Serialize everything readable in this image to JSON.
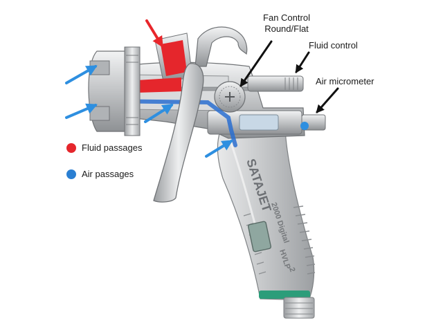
{
  "labels": {
    "fan_control_line1": "Fan Control",
    "fan_control_line2": "Round/Flat",
    "fluid_control": "Fluid control",
    "air_micrometer": "Air micrometer"
  },
  "legend": {
    "fluid": {
      "label": "Fluid passages",
      "color": "#e5262c"
    },
    "air": {
      "label": "Air passages",
      "color": "#2a7fd2"
    }
  },
  "gun_markings": {
    "brand": "SATAJET",
    "model": "2000 Digital",
    "variant": "HVLP",
    "number": "2"
  },
  "colors": {
    "metal": "#c9cbcd",
    "arrow_blue": "#2e8fe0",
    "arrow_red": "#e8262b",
    "leader_black": "#111111",
    "display": "#8fa7a0",
    "accent_green": "#2c9d7a"
  }
}
